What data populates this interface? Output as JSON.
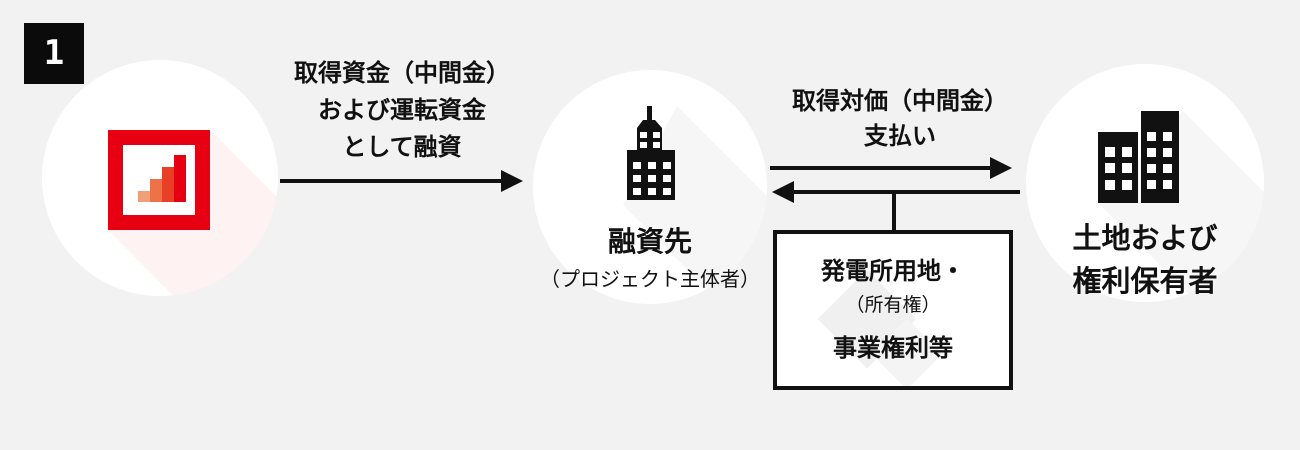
{
  "step_badge": "1",
  "colors": {
    "background": "#f2f2f2",
    "ink": "#111111",
    "logo_red": "#e60012",
    "logo_bar_colors": [
      "#f0a077",
      "#ee7248",
      "#e84026",
      "#e60012"
    ]
  },
  "node_lender": {
    "icon": "bar-chart-logo"
  },
  "node_borrower": {
    "label": "融資先",
    "sublabel": "（プロジェクト主体者）",
    "icon": "skyscraper-icon"
  },
  "node_rights_holder": {
    "label_line1": "土地および",
    "label_line2": "権利保有者",
    "icon": "twin-buildings-icon"
  },
  "flow_loan": {
    "line1": "取得資金（中間金）",
    "line2": "および運転資金",
    "line3": "として融資",
    "direction": "right"
  },
  "flow_payment": {
    "line1": "取得対価（中間金）",
    "line2": "支払い",
    "direction": "right"
  },
  "flow_transfer": {
    "direction": "left"
  },
  "asset_box": {
    "line1": "発電所用地・",
    "line2": "（所有権）",
    "line3": "事業権利等"
  }
}
